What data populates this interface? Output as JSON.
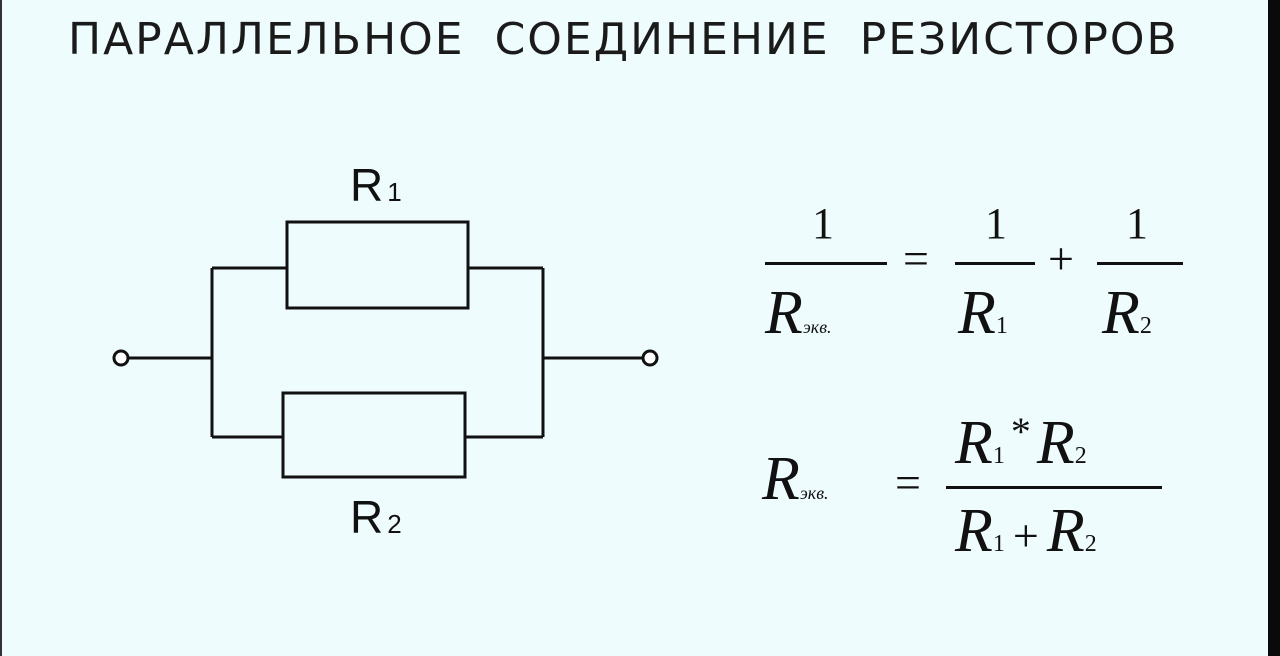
{
  "title": "ПАРАЛЛЕЛЬНОЕ СОЕДИНЕНИЕ РЕЗИСТОРОВ",
  "circuit": {
    "r1_letter": "R",
    "r1_sub": "1",
    "r2_letter": "R",
    "r2_sub": "2"
  },
  "formula1": {
    "one": "1",
    "lhs_R": "R",
    "eq_sub": "экв.",
    "equals": "=",
    "plus": "+",
    "r1_R": "R",
    "r1_sub": "1",
    "r2_R": "R",
    "r2_sub": "2"
  },
  "formula2": {
    "lhs_R": "R",
    "eq_sub": "экв.",
    "equals": "=",
    "times": "*",
    "plus": "+",
    "R": "R",
    "sub1": "1",
    "sub2": "2"
  },
  "colors": {
    "background": "#effcfd",
    "ink": "#111111"
  }
}
